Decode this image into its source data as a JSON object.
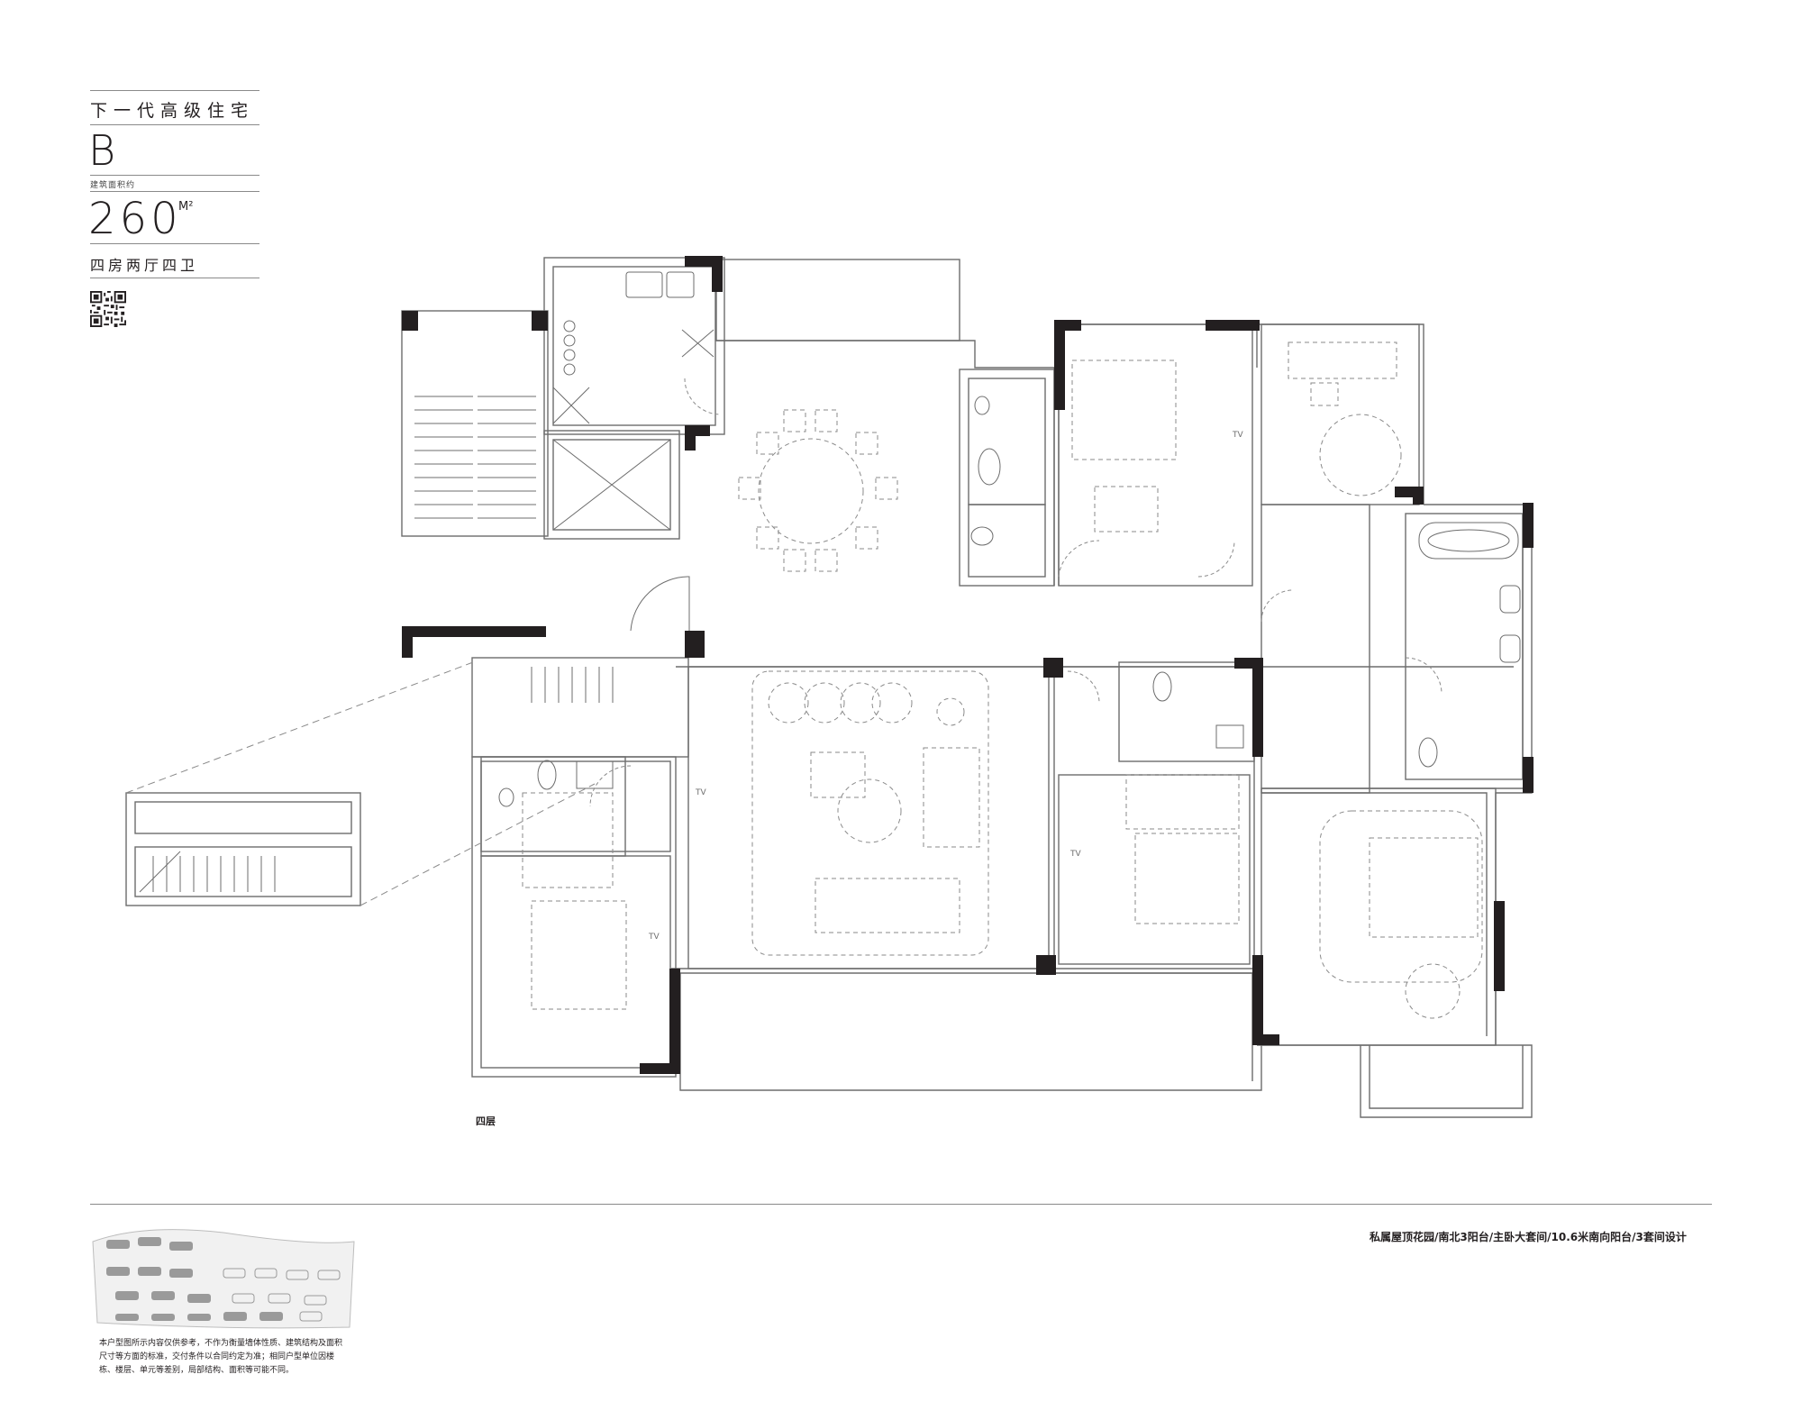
{
  "header": {
    "tagline": "下一代高级住宅",
    "unit_type": "B",
    "area_caption": "建筑面积约",
    "area_value": "260",
    "area_unit": "M²",
    "layout_type": "四房两厅四卫"
  },
  "plan": {
    "floor_label": "四层",
    "tv_labels": [
      "TV",
      "TV",
      "TV",
      "TV"
    ]
  },
  "footer": {
    "features": "私属屋顶花园/南北3阳台/主卧大套间/10.6米南向阳台/3套间设计",
    "disclaimer": "本户型图所示内容仅供参考，不作为衡量墙体性质、建筑结构及面积尺寸等方面的标准，交付条件以合同约定为准；相同户型单位因楼栋、楼层、单元等差别，局部结构、面积等可能不同。"
  },
  "colors": {
    "wall": "#231f20",
    "line": "#6d6d6d",
    "text": "#231f20"
  }
}
